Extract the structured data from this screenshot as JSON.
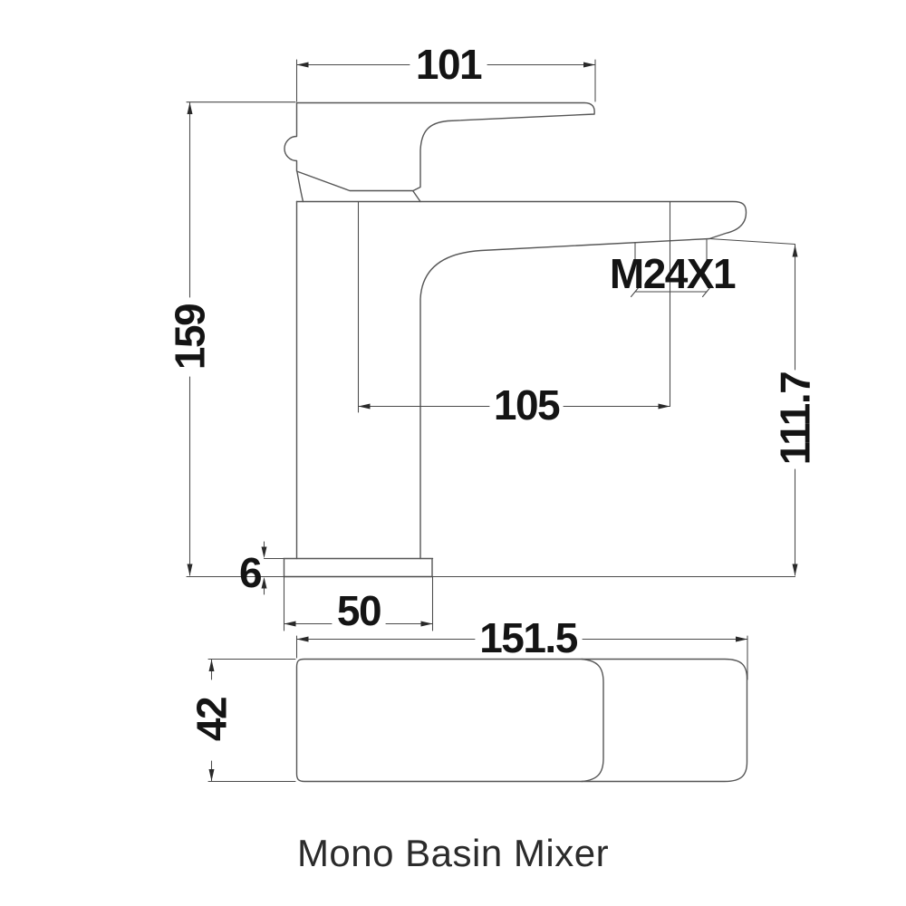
{
  "drawing": {
    "caption": "Mono Basin Mixer",
    "dimensions": {
      "spout_top_width": "101",
      "overall_height": "159",
      "spout_projection": "105",
      "aerator_thread": "M24X1",
      "outlet_height": "111.7",
      "base_plate_thickness": "6",
      "base_plate_width": "50",
      "overall_length": "151.5",
      "body_depth": "42"
    },
    "colors": {
      "background": "#ffffff",
      "outline": "#565656",
      "dimension_lines": "#4a4a4a",
      "text": "#141414"
    }
  }
}
